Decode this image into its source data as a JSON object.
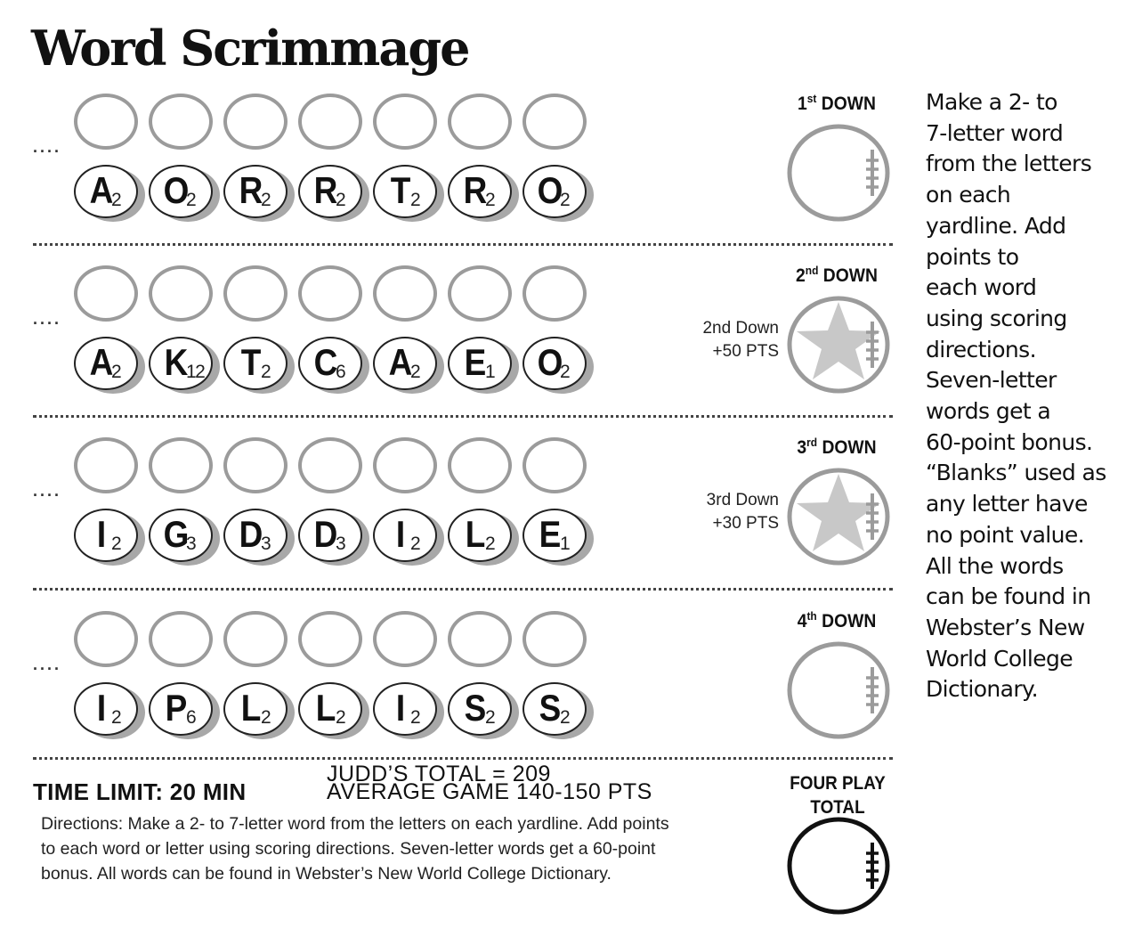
{
  "title": "Word Scrimmage",
  "instructions": "Make a 2- to 7-letter word from the letters on each yardline. Add points to each word using scoring directions. Seven-letter words get a 60-point bonus. “Blanks” used as any letter have no point value. All the words can be found in Webster’s New World College Dictionary.",
  "instructions_lines": [
    "Make a 2- to",
    "7-letter word",
    "from the letters",
    "on each",
    "yardline. Add",
    "points to",
    "each word",
    "using scoring",
    "directions.",
    "Seven-letter",
    "words get a",
    "60-point bonus.",
    "“Blanks” used as",
    "any letter have",
    "no point value.",
    "All the words",
    "can be found in",
    "Webster’s New",
    "World College",
    "Dictionary."
  ],
  "row_marker": "....",
  "rows": [
    {
      "down_ordinal": "1",
      "down_suffix": "st",
      "down_word": "DOWN",
      "bonus_line1": "",
      "bonus_line2": "",
      "has_star": false,
      "tiles": [
        {
          "letter": "A",
          "points": "2"
        },
        {
          "letter": "O",
          "points": "2"
        },
        {
          "letter": "R",
          "points": "2"
        },
        {
          "letter": "R",
          "points": "2"
        },
        {
          "letter": "T",
          "points": "2"
        },
        {
          "letter": "R",
          "points": "2"
        },
        {
          "letter": "O",
          "points": "2"
        }
      ]
    },
    {
      "down_ordinal": "2",
      "down_suffix": "nd",
      "down_word": "DOWN",
      "bonus_line1": "2nd Down",
      "bonus_line2": "+50 PTS",
      "has_star": true,
      "tiles": [
        {
          "letter": "A",
          "points": "2"
        },
        {
          "letter": "K",
          "points": "12"
        },
        {
          "letter": "T",
          "points": "2"
        },
        {
          "letter": "C",
          "points": "6"
        },
        {
          "letter": "A",
          "points": "2"
        },
        {
          "letter": "E",
          "points": "1"
        },
        {
          "letter": "O",
          "points": "2"
        }
      ]
    },
    {
      "down_ordinal": "3",
      "down_suffix": "rd",
      "down_word": "DOWN",
      "bonus_line1": "3rd Down",
      "bonus_line2": "+30 PTS",
      "has_star": true,
      "tiles": [
        {
          "letter": "I",
          "points": "2"
        },
        {
          "letter": "G",
          "points": "3"
        },
        {
          "letter": "D",
          "points": "3"
        },
        {
          "letter": "D",
          "points": "3"
        },
        {
          "letter": "I",
          "points": "2"
        },
        {
          "letter": "L",
          "points": "2"
        },
        {
          "letter": "E",
          "points": "1"
        }
      ]
    },
    {
      "down_ordinal": "4",
      "down_suffix": "th",
      "down_word": "DOWN",
      "bonus_line1": "",
      "bonus_line2": "",
      "has_star": false,
      "tiles": [
        {
          "letter": "I",
          "points": "2"
        },
        {
          "letter": "P",
          "points": "6"
        },
        {
          "letter": "L",
          "points": "2"
        },
        {
          "letter": "L",
          "points": "2"
        },
        {
          "letter": "I",
          "points": "2"
        },
        {
          "letter": "S",
          "points": "2"
        },
        {
          "letter": "S",
          "points": "2"
        }
      ]
    }
  ],
  "footer": {
    "time_limit": "TIME LIMIT: 20 MIN",
    "judd_total": "JUDD’S TOTAL = 209",
    "average_game": "AVERAGE GAME 140-150 PTS",
    "directions_lines": [
      "Directions: Make a 2- to 7-letter word from the letters on each yardline. Add points",
      "to each word or letter using scoring directions. Seven-letter words get a 60-point",
      "bonus. All words can be found in Webster’s New World College Dictionary."
    ],
    "four_play_line1": "FOUR PLAY",
    "four_play_line2": "TOTAL"
  },
  "colors": {
    "ink": "#111111",
    "blank_circle": "#9b9b9b",
    "tile_shadow": "#a8a8a8",
    "ball_outline": "#9b9b9b",
    "star_fill": "#c8c8c8"
  },
  "icons": {
    "football": "football-icon",
    "star": "star-icon"
  }
}
